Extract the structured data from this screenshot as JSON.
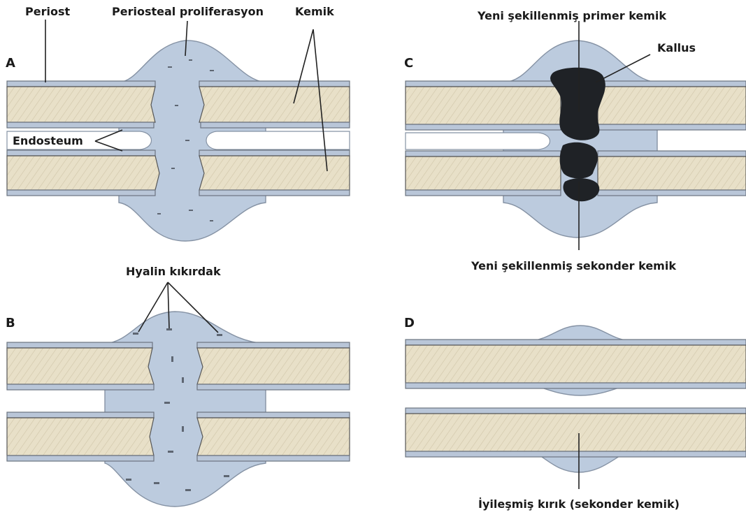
{
  "panels": {
    "a": "A",
    "b": "B",
    "c": "C",
    "d": "D"
  },
  "labels": {
    "periost": "Periost",
    "periosteal_proliferation": "Periosteal proliferasyon",
    "kemik": "Kemik",
    "endosteum": "Endosteum",
    "hyaline_cartilage": "Hyalin kıkırdak",
    "new_primary_bone": "Yeni şekillenmiş primer kemik",
    "callus": "Kallus",
    "new_secondary_bone": "Yeni şekillenmiş sekonder kemik",
    "healed_fracture": "İyileşmiş kırık (sekonder kemik)"
  },
  "colors": {
    "bone_fill": "#e8e0c8",
    "bone_hatch": "#c9bfa3",
    "periosteum": "#b9c6d8",
    "repair_tissue": "#bccbde",
    "callus": "#1f2226"
  }
}
